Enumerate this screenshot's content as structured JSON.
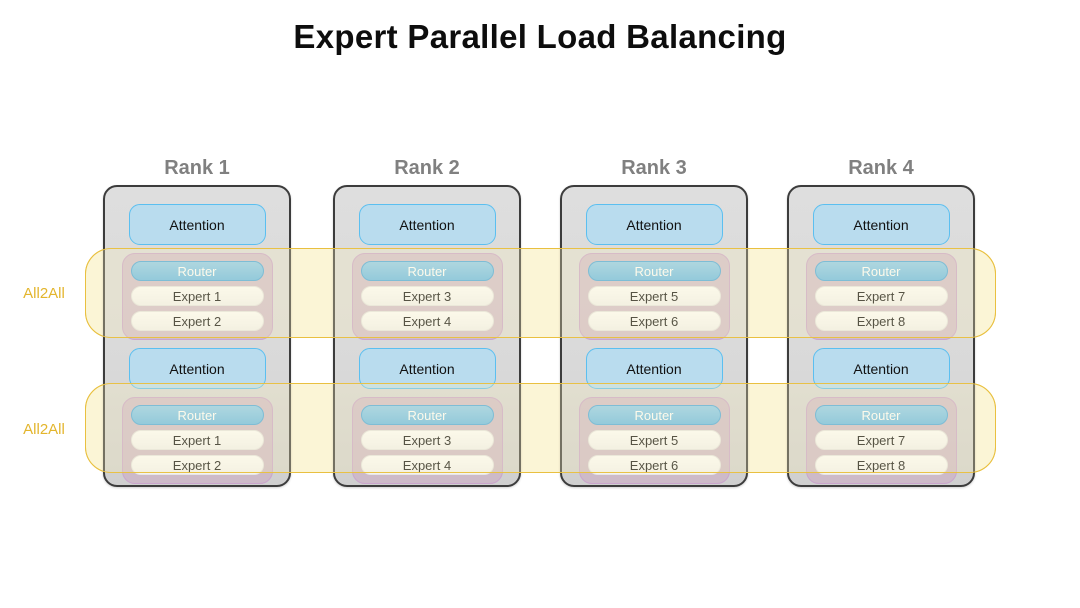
{
  "title": "Expert Parallel Load Balancing",
  "colors": {
    "title_text": "#0d0d0d",
    "rank_header_text": "#808080",
    "rank_box_fill": "#d9d9d9",
    "rank_box_border": "#3c3c3c",
    "attention_fill": "#b9dcee",
    "attention_border": "#5bbff0",
    "router_fill": "#69bbe8",
    "router_text": "#ffffff",
    "expert_fill": "#f7f7f7",
    "moe_group_fill": "#cbabc2",
    "moe_group_border": "#c9a5cc",
    "all2all_band_fill": "#fcf3c8",
    "all2all_band_border": "#e8c03e",
    "all2all_label_text": "#e3b52c"
  },
  "all2all_bands": [
    {
      "label": "All2All"
    },
    {
      "label": "All2All"
    }
  ],
  "ranks": [
    {
      "header": "Rank 1",
      "layers": [
        {
          "attention": "Attention",
          "router": "Router",
          "experts": [
            "Expert 1",
            "Expert 2"
          ]
        },
        {
          "attention": "Attention",
          "router": "Router",
          "experts": [
            "Expert 1",
            "Expert 2"
          ]
        }
      ]
    },
    {
      "header": "Rank 2",
      "layers": [
        {
          "attention": "Attention",
          "router": "Router",
          "experts": [
            "Expert 3",
            "Expert 4"
          ]
        },
        {
          "attention": "Attention",
          "router": "Router",
          "experts": [
            "Expert 3",
            "Expert 4"
          ]
        }
      ]
    },
    {
      "header": "Rank 3",
      "layers": [
        {
          "attention": "Attention",
          "router": "Router",
          "experts": [
            "Expert 5",
            "Expert 6"
          ]
        },
        {
          "attention": "Attention",
          "router": "Router",
          "experts": [
            "Expert 5",
            "Expert 6"
          ]
        }
      ]
    },
    {
      "header": "Rank 4",
      "layers": [
        {
          "attention": "Attention",
          "router": "Router",
          "experts": [
            "Expert 7",
            "Expert 8"
          ]
        },
        {
          "attention": "Attention",
          "router": "Router",
          "experts": [
            "Expert 7",
            "Expert 8"
          ]
        }
      ]
    }
  ]
}
